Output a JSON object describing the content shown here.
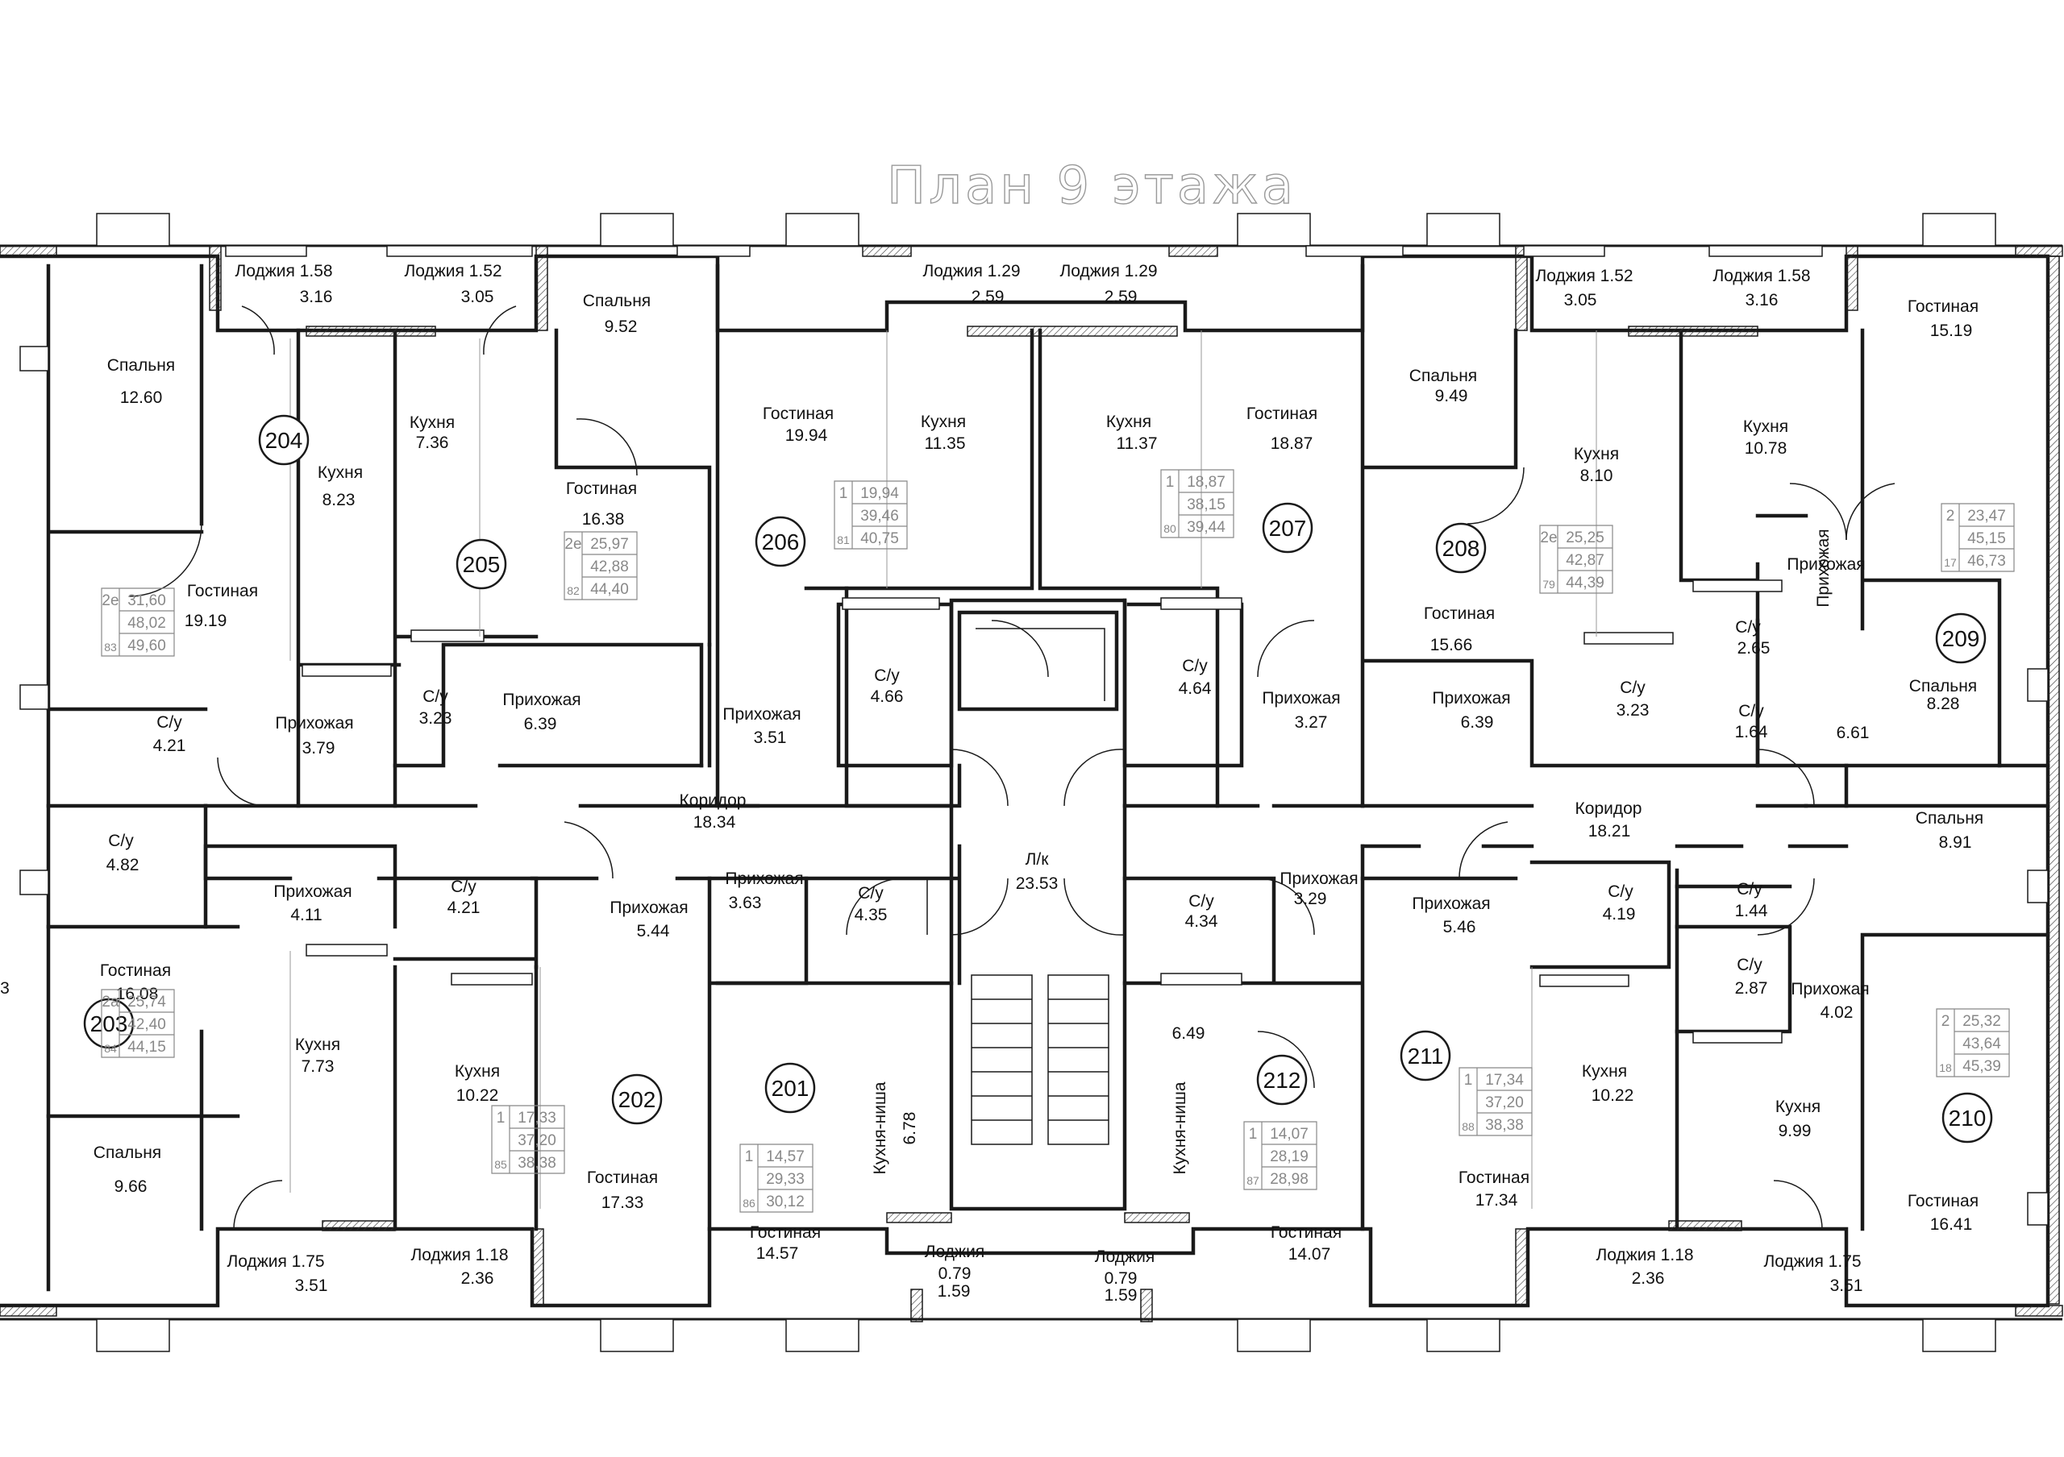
{
  "title": "План 9  этажа",
  "rooms": [
    {
      "id": "r1",
      "label": "Спальня",
      "area": "12.60"
    },
    {
      "id": "r2",
      "label": "Лоджия 1.58",
      "area": "3.16"
    },
    {
      "id": "r3",
      "label": "Лоджия 1.52",
      "area": "3.05"
    },
    {
      "id": "r4",
      "label": "Спальня",
      "area": "9.52"
    },
    {
      "id": "r5",
      "label": "Лоджия 1.29",
      "area": "2.59"
    },
    {
      "id": "r6",
      "label": "Лоджия 1.29",
      "area": "2.59"
    },
    {
      "id": "r7",
      "label": "Лоджия 1.52",
      "area": "3.05"
    },
    {
      "id": "r8",
      "label": "Лоджия 1.58",
      "area": "3.16"
    },
    {
      "id": "r9",
      "label": "Гостиная",
      "area": "15.19"
    },
    {
      "id": "r10",
      "label": "Кухня",
      "area": "8.23"
    },
    {
      "id": "r11",
      "label": "Кухня",
      "area": "7.36"
    },
    {
      "id": "r12",
      "label": "Гостиная",
      "area": "16.38"
    },
    {
      "id": "r13",
      "label": "Гостиная",
      "area": "19.94"
    },
    {
      "id": "r14",
      "label": "Кухня",
      "area": "11.35"
    },
    {
      "id": "r15",
      "label": "Кухня",
      "area": "11.37"
    },
    {
      "id": "r16",
      "label": "Гостиная",
      "area": "18.87"
    },
    {
      "id": "r17",
      "label": "Спальня",
      "area": "9.49"
    },
    {
      "id": "r18",
      "label": "Кухня",
      "area": "8.10"
    },
    {
      "id": "r19",
      "label": "Кухня",
      "area": "10.78"
    },
    {
      "id": "r20",
      "label": "Гостиная",
      "area": "19.19"
    },
    {
      "id": "r21",
      "label": "Гостиная",
      "area": "15.66"
    },
    {
      "id": "r22",
      "label": "Прихожая",
      "area": ""
    },
    {
      "id": "r23",
      "label": "С/у",
      "area": "2.65"
    },
    {
      "id": "r24",
      "label": "Спальня",
      "area": "8.28"
    },
    {
      "id": "r25",
      "label": "С/у",
      "area": "4.21"
    },
    {
      "id": "r26",
      "label": "Прихожая",
      "area": "3.79"
    },
    {
      "id": "r27",
      "label": "С/у",
      "area": "3.23"
    },
    {
      "id": "r28",
      "label": "Прихожая",
      "area": "6.39"
    },
    {
      "id": "r29",
      "label": "С/у",
      "area": "4.66"
    },
    {
      "id": "r30",
      "label": "Прихожая",
      "area": "3.51"
    },
    {
      "id": "r31",
      "label": "С/у",
      "area": "4.64"
    },
    {
      "id": "r32",
      "label": "Прихожая",
      "area": "3.27"
    },
    {
      "id": "r33",
      "label": "Прихожая",
      "area": "6.39"
    },
    {
      "id": "r34",
      "label": "С/у",
      "area": "3.23"
    },
    {
      "id": "r35",
      "label": "С/у",
      "area": "1.64"
    },
    {
      "id": "r36",
      "label": "",
      "area": "6.61"
    },
    {
      "id": "r37",
      "label": "Коридор",
      "area": "18.34"
    },
    {
      "id": "r38",
      "label": "Коридор",
      "area": "18.21"
    },
    {
      "id": "r39",
      "label": "Л/к",
      "area": "23.53"
    },
    {
      "id": "r40",
      "label": "С/у",
      "area": "4.82"
    },
    {
      "id": "r41",
      "label": "Спальня",
      "area": "8.91"
    },
    {
      "id": "r42",
      "label": "Прихожая",
      "area": "4.11"
    },
    {
      "id": "r43",
      "label": "С/у",
      "area": "4.21"
    },
    {
      "id": "r44",
      "label": "Прихожая",
      "area": "5.44"
    },
    {
      "id": "r45",
      "label": "Прихожая",
      "area": "3.63"
    },
    {
      "id": "r46",
      "label": "С/у",
      "area": "4.35"
    },
    {
      "id": "r47",
      "label": "С/у",
      "area": "4.34"
    },
    {
      "id": "r48",
      "label": "Прихожая",
      "area": "3.29"
    },
    {
      "id": "r49",
      "label": "Прихожая",
      "area": "5.46"
    },
    {
      "id": "r50",
      "label": "С/у",
      "area": "4.19"
    },
    {
      "id": "r51",
      "label": "С/у",
      "area": "1.44"
    },
    {
      "id": "r52",
      "label": "С/у",
      "area": "2.87"
    },
    {
      "id": "r53",
      "label": "Прихожая",
      "area": "4.02"
    },
    {
      "id": "r54",
      "label": "Гостиная",
      "area": "16.08"
    },
    {
      "id": "r55",
      "label": "Кухня",
      "area": "7.73"
    },
    {
      "id": "r56",
      "label": "Кухня",
      "area": "10.22"
    },
    {
      "id": "r57",
      "label": "Кухня-ниша",
      "area": "6.78"
    },
    {
      "id": "r58",
      "label": "",
      "area": "6.49"
    },
    {
      "id": "r59",
      "label": "Кухня-ниша",
      "area": ""
    },
    {
      "id": "r60",
      "label": "Кухня",
      "area": "10.22"
    },
    {
      "id": "r61",
      "label": "Кухня",
      "area": "9.99"
    },
    {
      "id": "r62",
      "label": "Спальня",
      "area": "9.66"
    },
    {
      "id": "r63",
      "label": "Гостиная",
      "area": "17.33"
    },
    {
      "id": "r64",
      "label": "Гостиная",
      "area": "14.57"
    },
    {
      "id": "r65",
      "label": "Гостиная",
      "area": "14.07"
    },
    {
      "id": "r66",
      "label": "Гостиная",
      "area": "17.34"
    },
    {
      "id": "r67",
      "label": "Гостиная",
      "area": "16.41"
    },
    {
      "id": "r68",
      "label": "Лоджия 1.75",
      "area": "3.51"
    },
    {
      "id": "r69",
      "label": "Лоджия 1.18",
      "area": "2.36"
    },
    {
      "id": "r70",
      "label": "Лоджия",
      "area": "0.79"
    },
    {
      "id": "r71",
      "label": "Лоджия",
      "area": "0.79"
    },
    {
      "id": "r72",
      "label": "Лоджия 1.18",
      "area": "2.36"
    },
    {
      "id": "r73",
      "label": "Лоджия 1.75",
      "area": "3.51"
    },
    {
      "id": "r74",
      "label": "",
      "area": "1.59"
    },
    {
      "id": "r75",
      "label": "",
      "area": "1.59"
    },
    {
      "id": "r76",
      "label": "",
      "area": "3"
    }
  ],
  "apartments": [
    {
      "num": "204",
      "rooms": "2е",
      "t1": "31,60",
      "t2": "48,02",
      "idx": "83",
      "t3": "49,60"
    },
    {
      "num": "205",
      "rooms": "2е",
      "t1": "25,97",
      "t2": "42,88",
      "idx": "82",
      "t3": "44,40"
    },
    {
      "num": "206",
      "rooms": "1",
      "t1": "19,94",
      "t2": "39,46",
      "idx": "81",
      "t3": "40,75"
    },
    {
      "num": "207",
      "rooms": "1",
      "t1": "18,87",
      "t2": "38,15",
      "idx": "80",
      "t3": "39,44"
    },
    {
      "num": "208",
      "rooms": "2е",
      "t1": "25,25",
      "t2": "42,87",
      "idx": "79",
      "t3": "44,39"
    },
    {
      "num": "209",
      "rooms": "2",
      "t1": "23,47",
      "t2": "45,15",
      "idx": "17",
      "t3": "46,73"
    },
    {
      "num": "203",
      "rooms": "2а",
      "t1": "25,74",
      "t2": "42,40",
      "idx": "84",
      "t3": "44,15"
    },
    {
      "num": "202",
      "rooms": "1",
      "t1": "17,33",
      "t2": "37,20",
      "idx": "85",
      "t3": "38,38"
    },
    {
      "num": "201",
      "rooms": "1",
      "t1": "14,57",
      "t2": "29,33",
      "idx": "86",
      "t3": "30,12"
    },
    {
      "num": "212",
      "rooms": "1",
      "t1": "14,07",
      "t2": "28,19",
      "idx": "87",
      "t3": "28,98"
    },
    {
      "num": "211",
      "rooms": "1",
      "t1": "17,34",
      "t2": "37,20",
      "idx": "88",
      "t3": "38,38"
    },
    {
      "num": "210",
      "rooms": "2",
      "t1": "25,32",
      "t2": "43,64",
      "idx": "18",
      "t3": "45,39"
    }
  ]
}
